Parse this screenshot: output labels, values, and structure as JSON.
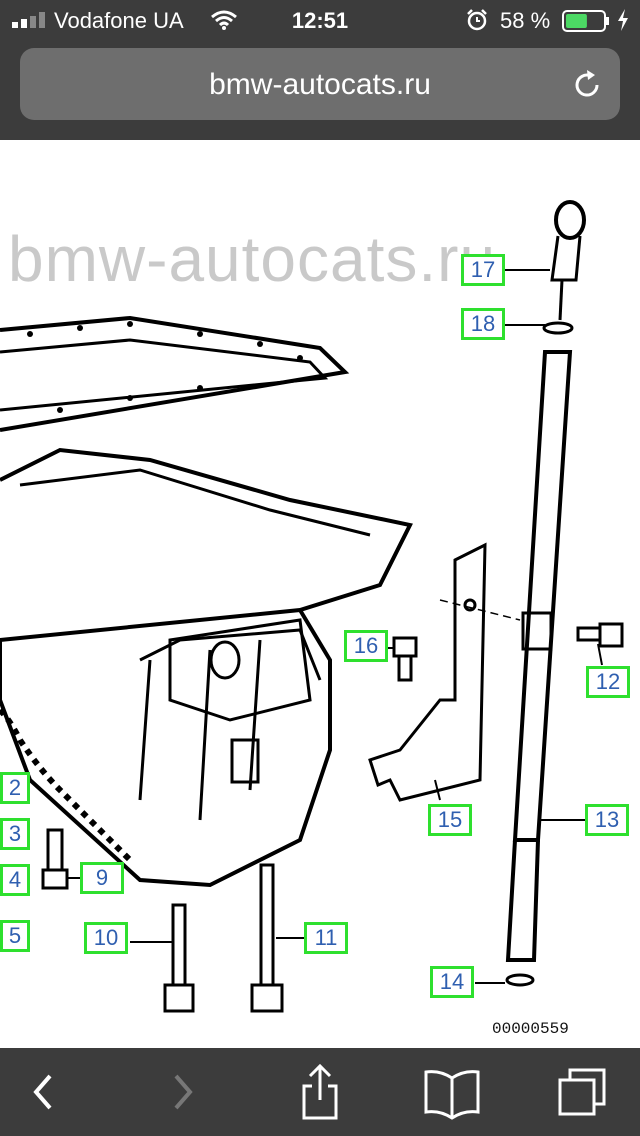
{
  "status_bar": {
    "carrier": "Vodafone UA",
    "time": "12:51",
    "battery_percent": "58 %",
    "battery_level": 0.58
  },
  "address_bar": {
    "url": "bmw-autocats.ru"
  },
  "diagram": {
    "watermark": "bmw-autocats.ru",
    "part_number": "00000559",
    "callouts": [
      "2",
      "3",
      "4",
      "5",
      "9",
      "10",
      "11",
      "12",
      "13",
      "14",
      "15",
      "16",
      "17",
      "18"
    ]
  },
  "colors": {
    "chrome": "#3c3c3c",
    "callout_border": "#2ee02e",
    "callout_text": "#2f5fb0",
    "battery": "#4cd964"
  },
  "toolbar": {
    "icons": [
      "back-icon",
      "forward-icon",
      "share-icon",
      "bookmarks-icon",
      "tabs-icon"
    ]
  }
}
